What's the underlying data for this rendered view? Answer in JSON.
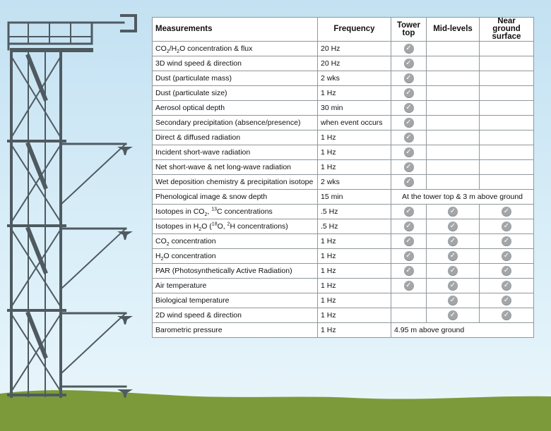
{
  "colors": {
    "tower": "#4f5a60",
    "grass": "#7d9a3a",
    "check": "#a3a6a8",
    "border": "#8e979b"
  },
  "icons": {
    "check": "check-circle-icon"
  },
  "table": {
    "headers": {
      "measurements": "Measurements",
      "frequency": "Frequency",
      "tower_top": "Tower top",
      "mid_levels": "Mid-levels",
      "near_ground": "Near ground surface"
    },
    "rows": [
      {
        "pre": "CO",
        "sub1": "2",
        "mid": "/H",
        "sub2": "2",
        "post": "O concentration & flux",
        "freq": "20 Hz",
        "top": true,
        "mid_lvl": false,
        "ground": false
      },
      {
        "label": "3D wind speed & direction",
        "freq": "20 Hz",
        "top": true,
        "mid_lvl": false,
        "ground": false
      },
      {
        "label": "Dust (particulate mass)",
        "freq": "2 wks",
        "top": true,
        "mid_lvl": false,
        "ground": false
      },
      {
        "label": "Dust (particulate size)",
        "freq": "1 Hz",
        "top": true,
        "mid_lvl": false,
        "ground": false
      },
      {
        "label": "Aerosol optical depth",
        "freq": "30 min",
        "top": true,
        "mid_lvl": false,
        "ground": false
      },
      {
        "label": "Secondary precipitation (absence/presence)",
        "freq": "when event occurs",
        "top": true,
        "mid_lvl": false,
        "ground": false
      },
      {
        "label": "Direct & diffused radiation",
        "freq": "1 Hz",
        "top": true,
        "mid_lvl": false,
        "ground": false
      },
      {
        "label": "Incident short-wave radiation",
        "freq": "1 Hz",
        "top": true,
        "mid_lvl": false,
        "ground": false
      },
      {
        "label": "Net short-wave & net long-wave radiation",
        "freq": "1 Hz",
        "top": true,
        "mid_lvl": false,
        "ground": false
      },
      {
        "label": "Wet deposition chemistry & precipitation isotope",
        "freq": "2 wks",
        "top": true,
        "mid_lvl": false,
        "ground": false
      },
      {
        "label": "Phenological image & snow depth",
        "freq": "15 min",
        "span_text": "At the tower top & 3 m above ground"
      },
      {
        "pre": "Isotopes in CO",
        "sub1": "2",
        "mid": ", ",
        "sup1": "13",
        "post": "C concentrations",
        "freq": ".5 Hz",
        "top": true,
        "mid_lvl": true,
        "ground": true
      },
      {
        "pre": "Isotopes in H",
        "sub1": "2",
        "mid": "O (",
        "sup1": "18",
        "mid2": "O, ",
        "sup2": "2",
        "post": "H concentrations)",
        "freq": ".5 Hz",
        "top": true,
        "mid_lvl": true,
        "ground": true
      },
      {
        "pre": "CO",
        "sub1": "2",
        "post": " concentration",
        "freq": "1 Hz",
        "top": true,
        "mid_lvl": true,
        "ground": true
      },
      {
        "pre": "H",
        "sub1": "2",
        "post": "O concentration",
        "freq": "1 Hz",
        "top": true,
        "mid_lvl": true,
        "ground": true
      },
      {
        "label": "PAR (Photosynthetically Active Radiation)",
        "freq": "1 Hz",
        "top": true,
        "mid_lvl": true,
        "ground": true
      },
      {
        "label": "Air temperature",
        "freq": "1 Hz",
        "top": true,
        "mid_lvl": true,
        "ground": true
      },
      {
        "label": "Biological temperature",
        "freq": "1 Hz",
        "top": false,
        "mid_lvl": true,
        "ground": true
      },
      {
        "label": "2D wind speed & direction",
        "freq": "1 Hz",
        "top": false,
        "mid_lvl": true,
        "ground": true
      },
      {
        "label": "Barometric pressure",
        "freq": "1 Hz",
        "span_text": "4.95 m above ground",
        "span_align": "left"
      }
    ]
  }
}
